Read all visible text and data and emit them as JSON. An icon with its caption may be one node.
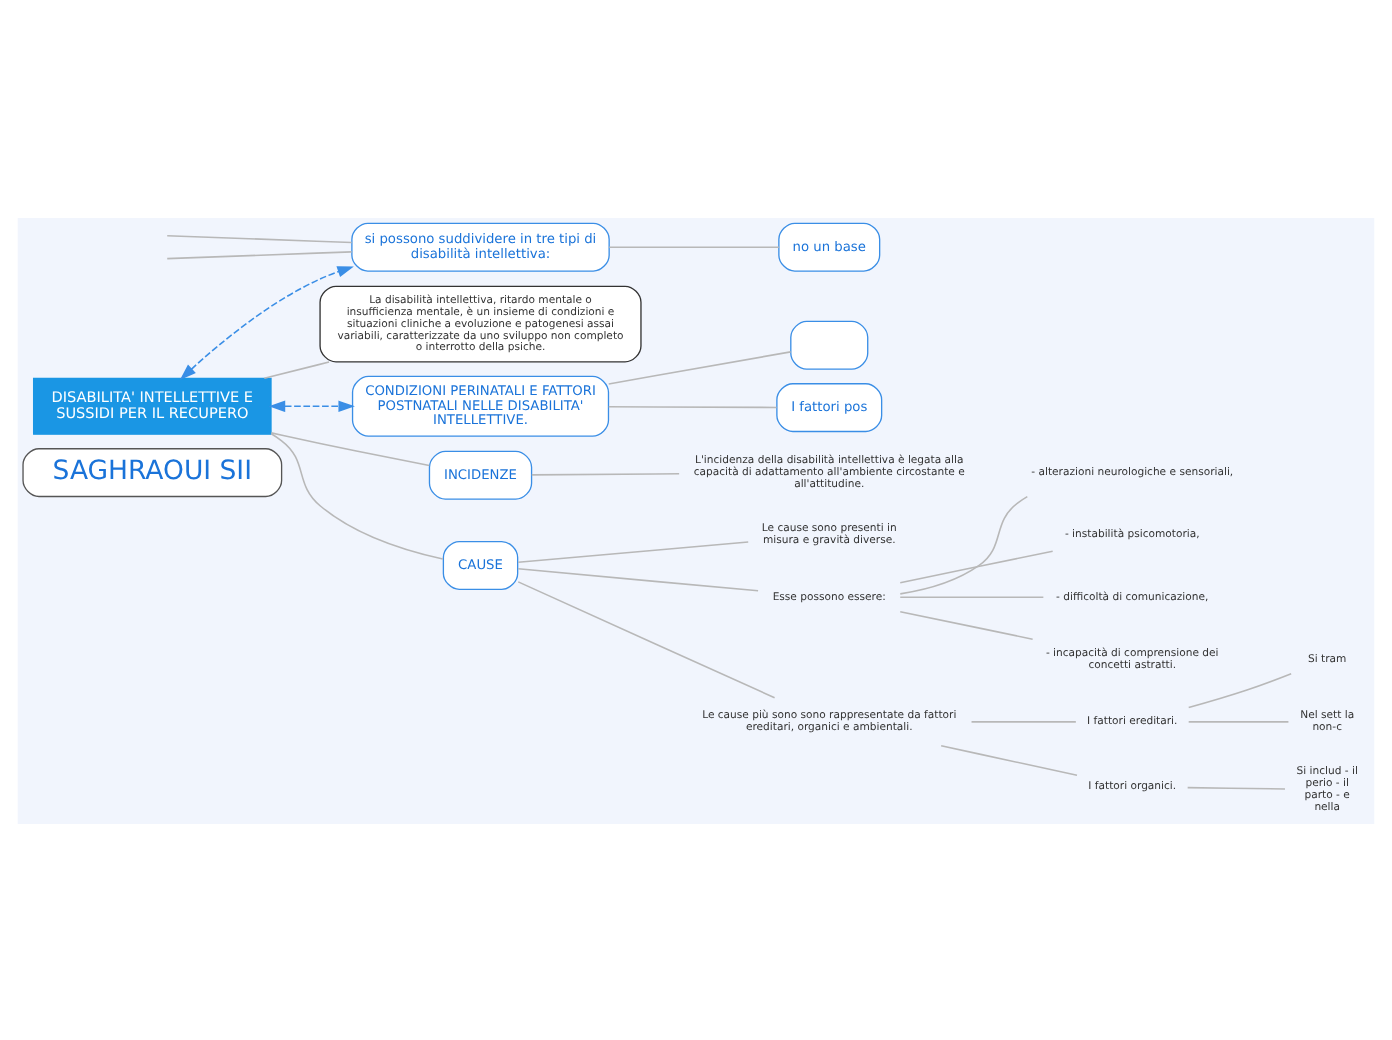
{
  "diagram": {
    "nodes": [
      {
        "text": [
          "SAGHRAOUI SII"
        ]
      },
      {
        "text": [
          "La disabilità intellettiva, ritardo mentale o insufficienza mentale, è un insieme di condizioni e situazioni cliniche a evoluzione e patogenesi assai variabili, caratterizzate da uno sviluppo non completo o interrotto della psiche."
        ]
      },
      {
        "text": [
          "DISABILITA' INTELLETTIVE E SUSSIDI PER IL RECUPERO"
        ]
      },
      {
        "text": [
          "si possono suddividere in tre tipi di disabilità intellettiva:"
        ]
      },
      {
        "text": [
          "no un base"
        ]
      },
      {
        "text": [
          "CONDIZIONI PERINATALI E FATTORI POSTNATALI NELLE DISABILITA' INTELLETTIVE."
        ]
      },
      {
        "text": [],
        "shape": "box"
      },
      {
        "text": [
          "I fattori pos"
        ]
      },
      {
        "text": [
          "INCIDENZE"
        ]
      },
      {
        "text": [
          "L'incidenza della disabilità intellettiva è legata alla capacità di adattamento all'ambiente circostante e all'attitudine."
        ]
      },
      {
        "text": [
          "CAUSE"
        ]
      },
      {
        "text": [
          "Le cause sono presenti in misura e gravità diverse."
        ]
      },
      {
        "text": [
          "Esse possono essere:"
        ]
      },
      {
        "text": [
          "- alterazioni neurologiche e sensoriali,"
        ]
      },
      {
        "text": [
          "- instabilità psicomotoria,"
        ]
      },
      {
        "text": [
          "- difficoltà di comunicazione,"
        ]
      },
      {
        "text": [
          "- incapacità di comprensione dei concetti astratti."
        ]
      },
      {
        "text": [
          "Le cause più sono sono rappresentate da fattori ereditari, organici e ambientali."
        ]
      },
      {
        "text": [
          "I fattori ereditari."
        ]
      },
      {
        "text": [
          "Si tram"
        ]
      },
      {
        "text": [
          "Nel sett la non-c"
        ]
      },
      {
        "text": [
          "I fattori organici."
        ]
      },
      {
        "text": [
          "Si includ - il perio - il parto - e nella"
        ]
      }
    ],
    "edges": [
      {
        "from": 2,
        "to": 1,
        "arrow": "none"
      },
      {
        "from": 2,
        "to": 3,
        "arrow": "both",
        "style": "dashed",
        "color": "#3a8ee6"
      },
      {
        "from": 2,
        "to": 5,
        "arrow": "both",
        "style": "dashed",
        "color": "#3a8ee6"
      },
      {
        "from": 5,
        "to": 6,
        "arrow": "none"
      },
      {
        "from": 5,
        "to": 7,
        "arrow": "none"
      },
      {
        "from": 3,
        "to": null,
        "arrow": "none"
      },
      {
        "from": 3,
        "to": 4,
        "arrow": "none"
      },
      {
        "from": 3,
        "to": null,
        "arrow": "none"
      },
      {
        "from": 2,
        "to": 8,
        "arrow": "none"
      },
      {
        "from": 8,
        "to": 9,
        "arrow": "none"
      },
      {
        "from": 2,
        "to": 10,
        "arrow": "none"
      },
      {
        "from": 10,
        "to": 11,
        "arrow": "none"
      },
      {
        "from": 10,
        "to": 12,
        "arrow": "none"
      },
      {
        "from": 12,
        "to": 13,
        "arrow": "none"
      },
      {
        "from": 12,
        "to": 14,
        "arrow": "none"
      },
      {
        "from": 12,
        "to": 15,
        "arrow": "none"
      },
      {
        "from": 12,
        "to": 16,
        "arrow": "none"
      },
      {
        "from": 10,
        "to": 17,
        "arrow": "none"
      },
      {
        "from": 17,
        "to": 18,
        "arrow": "none"
      },
      {
        "from": 17,
        "to": 21,
        "arrow": "none"
      },
      {
        "from": 18,
        "to": 19,
        "arrow": "none"
      },
      {
        "from": 18,
        "to": 20,
        "arrow": "none"
      },
      {
        "from": 21,
        "to": 22,
        "arrow": "none"
      }
    ]
  }
}
